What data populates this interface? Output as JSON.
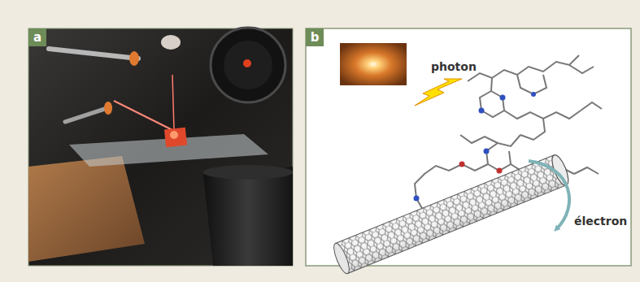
{
  "diagram": {
    "nodes": [
      {
        "text": [
          "a"
        ]
      },
      {
        "text": [
          "b"
        ]
      }
    ],
    "labels": [
      "photon",
      "électron"
    ]
  }
}
